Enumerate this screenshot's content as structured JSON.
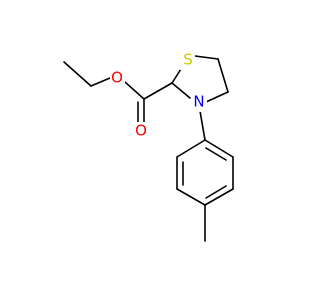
{
  "molecule": {
    "atoms": {
      "O_ester": {
        "symbol": "O",
        "color": "#FF0000"
      },
      "O_carbonyl": {
        "symbol": "O",
        "color": "#FF0000"
      },
      "S": {
        "symbol": "S",
        "color": "#CCCC00"
      },
      "N": {
        "symbol": "N",
        "color": "#0000FF"
      }
    },
    "bond_color": "#000000"
  }
}
